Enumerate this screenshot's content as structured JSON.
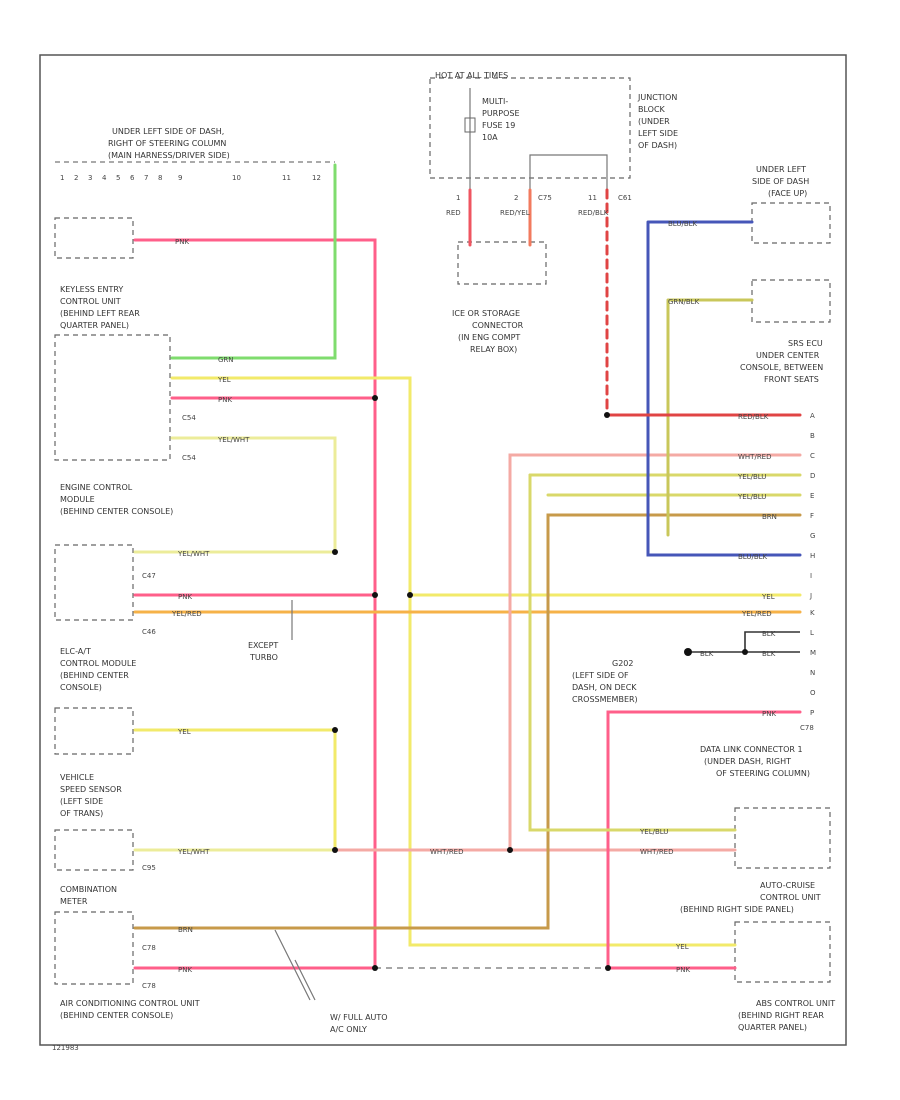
{
  "colors": {
    "pnk": "#ff5f8a",
    "grn": "#7fdc6e",
    "yel": "#f2ea6a",
    "yel_wht": "#ecec9a",
    "yel_red": "#f6b248",
    "red": "#ef5560",
    "red_blk": "#e04444",
    "red_yel": "#f27a5e",
    "blu_blk": "#4656b8",
    "grn_blk": "#c9c75a",
    "wht_red": "#f4aaa4",
    "yel_blu": "#d9d86a",
    "brn": "#c79a4a",
    "blk": "#444444"
  },
  "labels": {
    "hot_at_all_times": "HOT AT ALL TIMES",
    "junction_block": [
      "JUNCTION",
      "BLOCK",
      "(UNDER",
      "LEFT SIDE",
      "OF DASH)"
    ],
    "multi_purpose_fuse": [
      "MULTI-",
      "PURPOSE",
      "FUSE 19",
      "10A"
    ],
    "under_left_dash": [
      "UNDER LEFT SIDE OF DASH,",
      "RIGHT OF STEERING COLUMN",
      "(MAIN HARNESS/DRIVER SIDE)"
    ],
    "pin_numbers": [
      "1",
      "2",
      "3",
      "4",
      "5",
      "6",
      "7",
      "8",
      "9",
      "10",
      "11",
      "12"
    ],
    "keyless_entry": [
      "KEYLESS ENTRY",
      "CONTROL UNIT",
      "(BEHIND LEFT REAR",
      "QUARTER PANEL)"
    ],
    "engine_control": [
      "ENGINE CONTROL",
      "MODULE",
      "(BEHIND CENTER CONSOLE)"
    ],
    "elc_at": [
      "ELC-A/T",
      "CONTROL MODULE",
      "(BEHIND CENTER",
      "CONSOLE)"
    ],
    "vss": [
      "VEHICLE",
      "SPEED SENSOR",
      "(LEFT SIDE",
      "OF TRANS)"
    ],
    "combination_meter": [
      "COMBINATION",
      "METER"
    ],
    "ac_unit": [
      "AIR CONDITIONING CONTROL UNIT",
      "(BEHIND CENTER CONSOLE)"
    ],
    "w_full_auto": [
      "W/ FULL AUTO",
      "A/C ONLY"
    ],
    "except_turbo": [
      "EXCEPT",
      "TURBO"
    ],
    "ice_connector": [
      "ICE OR STORAGE",
      "CONNECTOR",
      "(IN ENG COMPT",
      "RELAY BOX)"
    ],
    "under_left_dash_steering": [
      "UNDER LEFT",
      "SIDE OF DASH",
      "(FACE UP)"
    ],
    "srs_ecu": [
      "SRS ECU",
      "UNDER CENTER",
      "CONSOLE, BETWEEN",
      "FRONT SEATS"
    ],
    "g202": [
      "G202",
      "(LEFT SIDE OF",
      "DASH, ON DECK",
      "CROSSMEMBER)"
    ],
    "data_link": [
      "DATA LINK CONNECTOR 1",
      "(UNDER DASH, RIGHT",
      "OF STEERING COLUMN)"
    ],
    "auto_cruise": [
      "AUTO-CRUISE",
      "CONTROL UNIT",
      "(BEHIND RIGHT SIDE PANEL)"
    ],
    "abs_unit": [
      "ABS CONTROL UNIT",
      "(BEHIND RIGHT REAR",
      "QUARTER PANEL)"
    ],
    "connector_ids": {
      "c54a": "C54",
      "c54b": "C54",
      "c47": "C47",
      "c46": "C46",
      "c95": "C95",
      "c78a": "C78",
      "c78b": "C78",
      "c78c": "C78",
      "c75": "C75",
      "c61": "C61"
    },
    "pins": {
      "p1": "1",
      "p2": "2",
      "p11": "11",
      "pa": "A",
      "pb": "B",
      "pc": "C",
      "pd": "D",
      "pe": "E",
      "pf": "F",
      "pg": "G",
      "ph": "H",
      "pi": "I",
      "pj": "J",
      "pk": "K",
      "pl": "L",
      "pm": "M",
      "pn": "N",
      "po": "O",
      "pp": "P"
    },
    "wire_colors": {
      "pnk": "PNK",
      "grn": "GRN",
      "yel": "YEL",
      "yel_wht": "YEL/WHT",
      "yel_red": "YEL/RED",
      "red": "RED",
      "red_yel": "RED/YEL",
      "red_blk": "RED/BLK",
      "blu_blk": "BLU/BLK",
      "grn_blk": "GRN/BLK",
      "wht_red": "WHT/RED",
      "yel_blu": "YEL/BLU",
      "brn": "BRN",
      "blk": "BLK"
    },
    "footer_code": "121983"
  }
}
